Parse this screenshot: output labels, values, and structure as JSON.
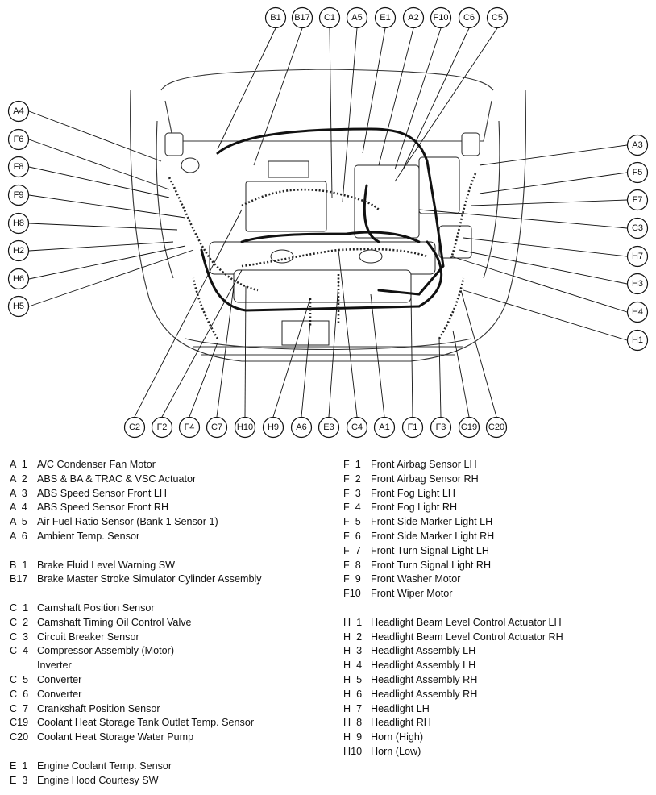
{
  "callouts": {
    "top": [
      "B1",
      "B17",
      "C1",
      "A5",
      "E1",
      "A2",
      "F10",
      "C6",
      "C5"
    ],
    "left": [
      "A4",
      "F6",
      "F8",
      "F9",
      "H8",
      "H2",
      "H6",
      "H5"
    ],
    "right": [
      "A3",
      "F5",
      "F7",
      "C3",
      "H7",
      "H3",
      "H4",
      "H1"
    ],
    "bottom": [
      "C2",
      "F2",
      "F4",
      "C7",
      "H10",
      "H9",
      "A6",
      "E3",
      "C4",
      "A1",
      "F1",
      "F3",
      "C19",
      "C20"
    ]
  },
  "legend_left": [
    {
      "code": "A  1",
      "desc": "A/C Condenser Fan Motor"
    },
    {
      "code": "A  2",
      "desc": "ABS & BA & TRAC & VSC Actuator"
    },
    {
      "code": "A  3",
      "desc": "ABS Speed Sensor Front LH"
    },
    {
      "code": "A  4",
      "desc": "ABS Speed Sensor Front RH"
    },
    {
      "code": "A  5",
      "desc": "Air Fuel Ratio Sensor (Bank 1 Sensor 1)"
    },
    {
      "code": "A  6",
      "desc": "Ambient Temp. Sensor"
    },
    {
      "gap": true
    },
    {
      "code": "B  1",
      "desc": "Brake Fluid Level Warning SW"
    },
    {
      "code": "B17",
      "desc": "Brake Master Stroke Simulator Cylinder Assembly"
    },
    {
      "gap": true
    },
    {
      "code": "C  1",
      "desc": "Camshaft Position Sensor"
    },
    {
      "code": "C  2",
      "desc": "Camshaft Timing Oil Control Valve"
    },
    {
      "code": "C  3",
      "desc": "Circuit Breaker Sensor"
    },
    {
      "code": "C  4",
      "desc": "Compressor Assembly (Motor)"
    },
    {
      "code": "",
      "desc": "Inverter"
    },
    {
      "code": "C  5",
      "desc": "Converter"
    },
    {
      "code": "C  6",
      "desc": "Converter"
    },
    {
      "code": "C  7",
      "desc": "Crankshaft Position Sensor"
    },
    {
      "code": "C19",
      "desc": "Coolant Heat Storage Tank Outlet Temp. Sensor"
    },
    {
      "code": "C20",
      "desc": "Coolant Heat Storage Water Pump"
    },
    {
      "gap": true
    },
    {
      "code": "E  1",
      "desc": "Engine Coolant Temp. Sensor"
    },
    {
      "code": "E  3",
      "desc": "Engine Hood Courtesy SW"
    }
  ],
  "legend_right": [
    {
      "code": "F  1",
      "desc": "Front Airbag Sensor LH"
    },
    {
      "code": "F  2",
      "desc": "Front Airbag Sensor RH"
    },
    {
      "code": "F  3",
      "desc": "Front Fog Light LH"
    },
    {
      "code": "F  4",
      "desc": "Front Fog Light RH"
    },
    {
      "code": "F  5",
      "desc": "Front Side Marker Light LH"
    },
    {
      "code": "F  6",
      "desc": "Front Side Marker Light RH"
    },
    {
      "code": "F  7",
      "desc": "Front Turn Signal Light LH"
    },
    {
      "code": "F  8",
      "desc": "Front Turn Signal Light RH"
    },
    {
      "code": "F  9",
      "desc": "Front Washer Motor"
    },
    {
      "code": "F10",
      "desc": "Front Wiper Motor"
    },
    {
      "gap": true
    },
    {
      "code": "H  1",
      "desc": "Headlight Beam Level Control Actuator LH"
    },
    {
      "code": "H  2",
      "desc": "Headlight Beam Level Control Actuator RH"
    },
    {
      "code": "H  3",
      "desc": "Headlight Assembly LH"
    },
    {
      "code": "H  4",
      "desc": "Headlight Assembly LH"
    },
    {
      "code": "H  5",
      "desc": "Headlight Assembly RH"
    },
    {
      "code": "H  6",
      "desc": "Headlight Assembly RH"
    },
    {
      "code": "H  7",
      "desc": "Headlight LH"
    },
    {
      "code": "H  8",
      "desc": "Headlight RH"
    },
    {
      "code": "H  9",
      "desc": "Horn (High)"
    },
    {
      "code": "H10",
      "desc": "Horn (Low)"
    }
  ]
}
